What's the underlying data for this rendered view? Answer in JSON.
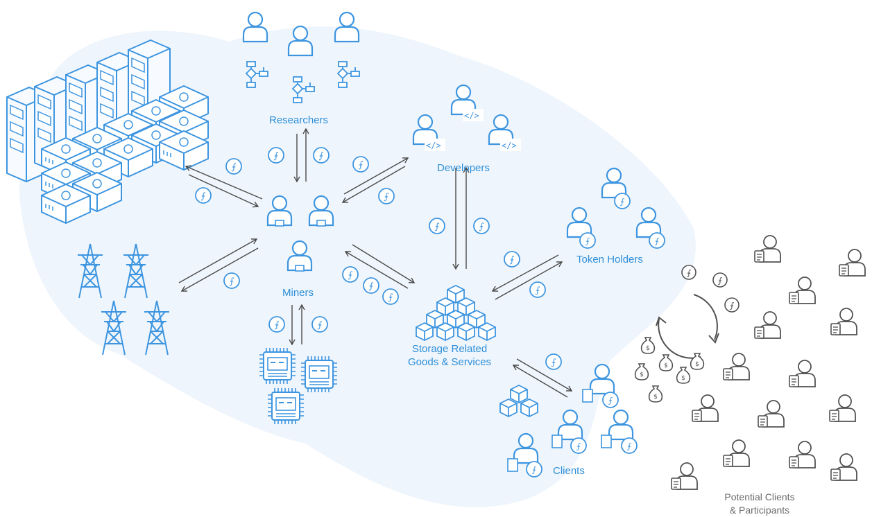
{
  "colors": {
    "accent": "#3d95e0",
    "arrow": "#4a4a4a",
    "gray": "#5a5a5a",
    "blob": "#eef5fc"
  },
  "symbols": {
    "token": "⨍"
  },
  "labels": {
    "researchers": "Researchers",
    "developers": "Developers",
    "miners": "Miners",
    "token_holders": "Token Holders",
    "storage_line1": "Storage Related",
    "storage_line2": "Goods & Services",
    "clients": "Clients",
    "potential_line1": "Potential Clients",
    "potential_line2": "& Participants"
  },
  "icons": [
    "server-racks-icon",
    "power-tower-icon",
    "researcher-icon",
    "flowchart-icon",
    "developer-icon",
    "miner-icon",
    "token-holder-icon",
    "cube-stack-icon",
    "chip-icon",
    "client-icon",
    "money-bag-icon",
    "cycle-arrow-icon",
    "filecoin-token-icon"
  ]
}
